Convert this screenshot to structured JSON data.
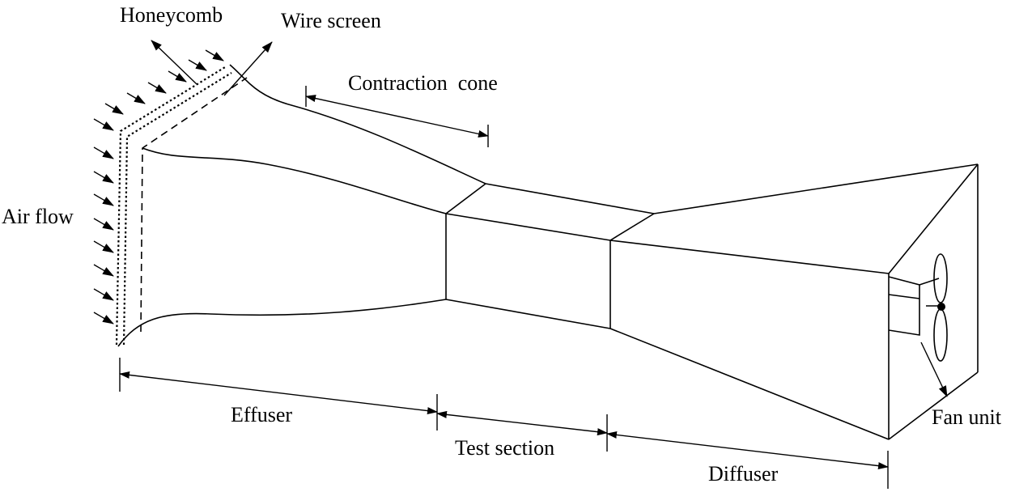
{
  "labels": {
    "honeycomb": "Honeycomb",
    "wire_screen": "Wire screen",
    "contraction_cone": "Contraction  cone",
    "air_flow": "Air flow",
    "effuser": "Effuser",
    "test_section": "Test section",
    "diffuser": "Diffuser",
    "fan_unit": "Fan unit"
  }
}
